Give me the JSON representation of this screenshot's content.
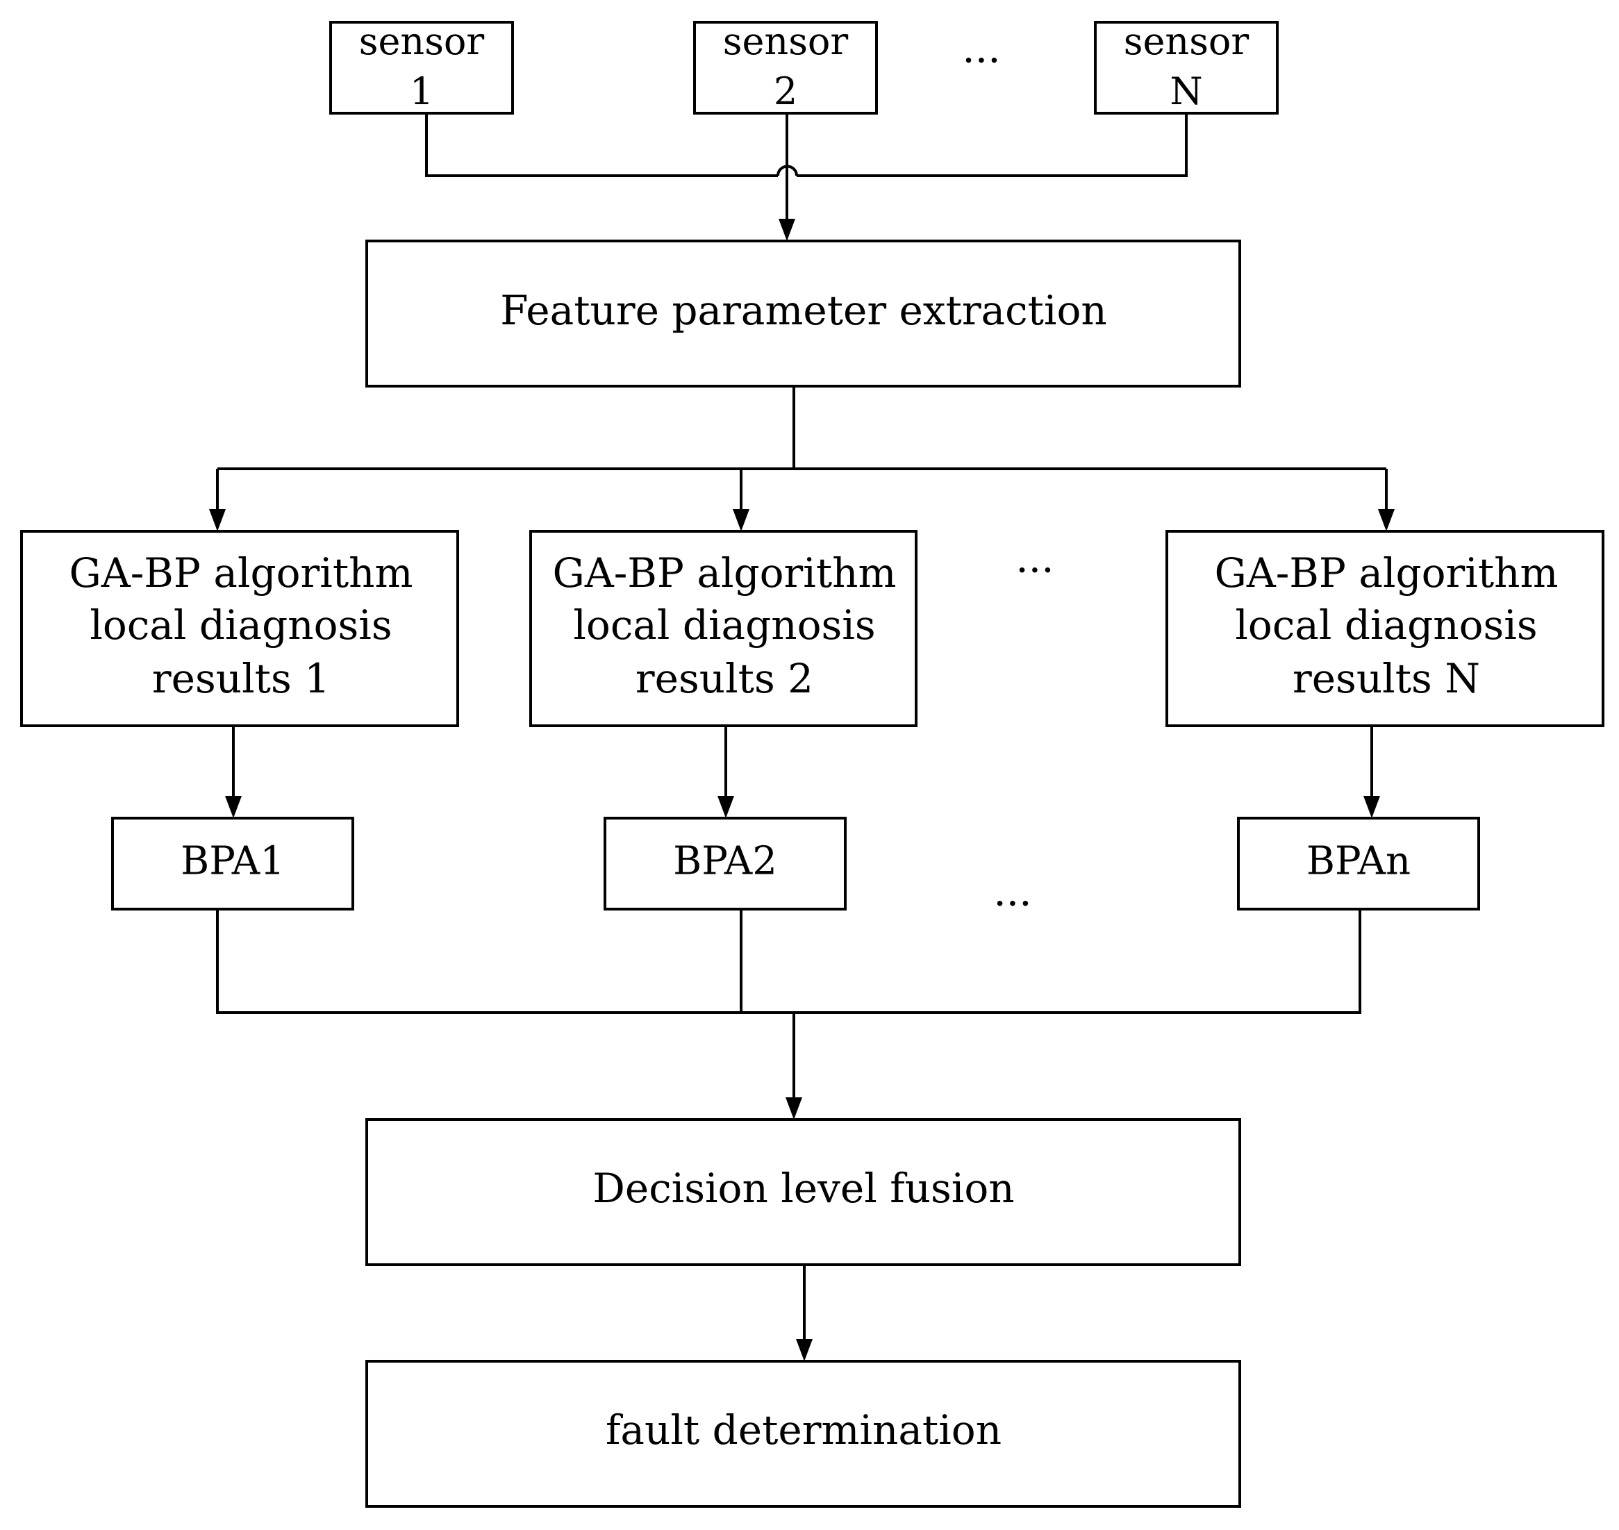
{
  "sensors": [
    {
      "line1": "sensor",
      "line2": "1"
    },
    {
      "line1": "sensor",
      "line2": "2"
    },
    {
      "line1": "sensor",
      "line2": "N"
    }
  ],
  "feature_extraction": "Feature parameter extraction",
  "local_diagnosis": [
    {
      "line1": "GA-BP algorithm",
      "line2": "local diagnosis",
      "line3": "results 1"
    },
    {
      "line1": "GA-BP algorithm",
      "line2": "local diagnosis",
      "line3": "results 2"
    },
    {
      "line1": "GA-BP algorithm",
      "line2": "local diagnosis",
      "line3": "results N"
    }
  ],
  "bpa": [
    "BPA1",
    "BPA2",
    "BPAn"
  ],
  "decision_fusion": "Decision level fusion",
  "fault_determination": "fault determination",
  "ellipsis": "···"
}
